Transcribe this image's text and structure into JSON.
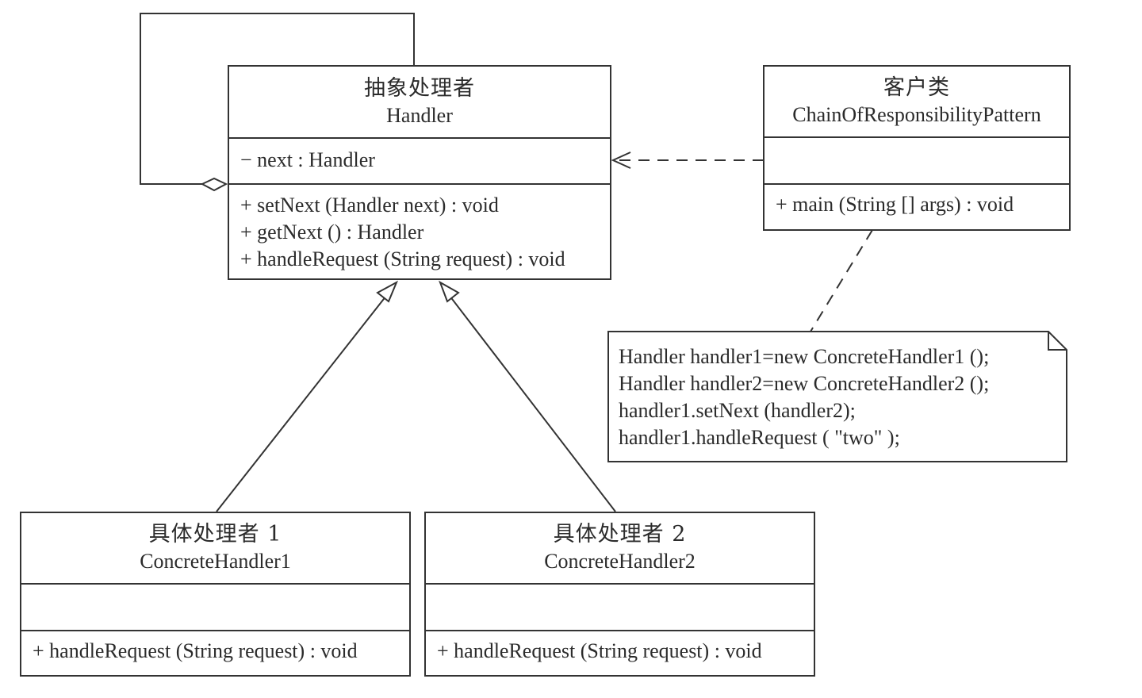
{
  "classes": {
    "handler": {
      "name_cn": "抽象处理者",
      "name_en": "Handler",
      "attributes": [
        "− next : Handler"
      ],
      "operations": [
        "+ setNext (Handler next) : void",
        "+ getNext () : Handler",
        "+ handleRequest (String request) : void"
      ]
    },
    "client": {
      "name_cn": "客户类",
      "name_en": "ChainOfResponsibilityPattern",
      "attributes": [],
      "operations": [
        "+ main (String [] args) : void"
      ]
    },
    "concrete1": {
      "name_cn": "具体处理者 1",
      "name_en": "ConcreteHandler1",
      "attributes": [],
      "operations": [
        "+ handleRequest (String request) : void"
      ]
    },
    "concrete2": {
      "name_cn": "具体处理者 2",
      "name_en": "ConcreteHandler2",
      "attributes": [],
      "operations": [
        "+ handleRequest (String request) : void"
      ]
    }
  },
  "note": {
    "lines": [
      "Handler handler1=new ConcreteHandler1 ();",
      "Handler handler2=new ConcreteHandler2 ();",
      "handler1.setNext (handler2);",
      "handler1.handleRequest ( \"two\" );"
    ]
  },
  "colors": {
    "line": "#333333",
    "text": "#2b2b2b",
    "background": "#ffffff"
  }
}
